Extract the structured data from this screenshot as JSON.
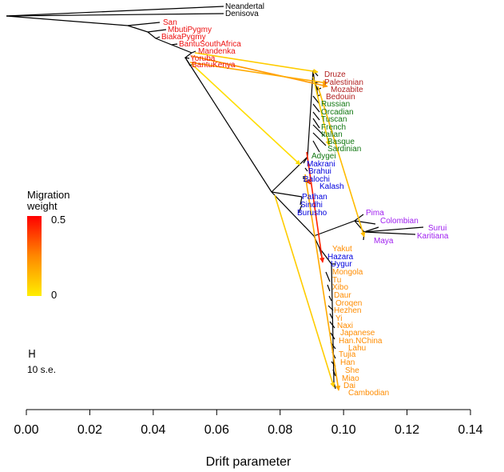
{
  "chart_data": {
    "type": "tree",
    "xlabel": "Drift parameter",
    "xlim": [
      0,
      0.14
    ],
    "xticks": [
      "0.00",
      "0.02",
      "0.04",
      "0.06",
      "0.08",
      "0.10",
      "0.12",
      "0.14"
    ],
    "legend": {
      "title_line1": "Migration",
      "title_line2": "weight",
      "max_label": "0.5",
      "min_label": "0",
      "low_color": "#ffee00",
      "high_color": "#ff0000"
    },
    "scale_bar": {
      "label": "10 s.e."
    },
    "groups": {
      "outgroup": "#000000",
      "africa": "#ee1111",
      "middle_east": "#b22222",
      "europe": "#117711",
      "central_south_asia": "#0000dd",
      "america": "#a020f0",
      "east_asia": "#ff8c00"
    },
    "leaves": [
      {
        "name": "Neandertal",
        "group": "outgroup"
      },
      {
        "name": "Denisova",
        "group": "outgroup"
      },
      {
        "name": "San",
        "group": "africa"
      },
      {
        "name": "MbutiPygmy",
        "group": "africa"
      },
      {
        "name": "BiakaPygmy",
        "group": "africa"
      },
      {
        "name": "BantuSouthAfrica",
        "group": "africa"
      },
      {
        "name": "Mandenka",
        "group": "africa"
      },
      {
        "name": "Yoruba",
        "group": "africa"
      },
      {
        "name": "BantuKenya",
        "group": "africa"
      },
      {
        "name": "Druze",
        "group": "middle_east"
      },
      {
        "name": "Palestinian",
        "group": "middle_east"
      },
      {
        "name": "Mozabite",
        "group": "middle_east"
      },
      {
        "name": "Bedouin",
        "group": "middle_east"
      },
      {
        "name": "Russian",
        "group": "europe"
      },
      {
        "name": "Orcadian",
        "group": "europe"
      },
      {
        "name": "Tuscan",
        "group": "europe"
      },
      {
        "name": "French",
        "group": "europe"
      },
      {
        "name": "Italian",
        "group": "europe"
      },
      {
        "name": "Basque",
        "group": "europe"
      },
      {
        "name": "Sardinian",
        "group": "europe"
      },
      {
        "name": "Adygei",
        "group": "europe"
      },
      {
        "name": "Makrani",
        "group": "central_south_asia"
      },
      {
        "name": "Brahui",
        "group": "central_south_asia"
      },
      {
        "name": "Balochi",
        "group": "central_south_asia"
      },
      {
        "name": "Kalash",
        "group": "central_south_asia"
      },
      {
        "name": "Pathan",
        "group": "central_south_asia"
      },
      {
        "name": "Sindhi",
        "group": "central_south_asia"
      },
      {
        "name": "Burusho",
        "group": "central_south_asia"
      },
      {
        "name": "Pima",
        "group": "america"
      },
      {
        "name": "Colombian",
        "group": "america"
      },
      {
        "name": "Surui",
        "group": "america"
      },
      {
        "name": "Karitiana",
        "group": "america"
      },
      {
        "name": "Maya",
        "group": "america"
      },
      {
        "name": "Yakut",
        "group": "east_asia"
      },
      {
        "name": "Hazara",
        "group": "central_south_asia"
      },
      {
        "name": "Uygur",
        "group": "central_south_asia"
      },
      {
        "name": "Mongola",
        "group": "east_asia"
      },
      {
        "name": "Tu",
        "group": "east_asia"
      },
      {
        "name": "Xibo",
        "group": "east_asia"
      },
      {
        "name": "Daur",
        "group": "east_asia"
      },
      {
        "name": "Oroqen",
        "group": "east_asia"
      },
      {
        "name": "Hezhen",
        "group": "east_asia"
      },
      {
        "name": "Yi",
        "group": "east_asia"
      },
      {
        "name": "Naxi",
        "group": "east_asia"
      },
      {
        "name": "Japanese",
        "group": "east_asia"
      },
      {
        "name": "Han.NChina",
        "group": "east_asia"
      },
      {
        "name": "Lahu",
        "group": "east_asia"
      },
      {
        "name": "Tujia",
        "group": "east_asia"
      },
      {
        "name": "Han",
        "group": "east_asia"
      },
      {
        "name": "She",
        "group": "east_asia"
      },
      {
        "name": "Miao",
        "group": "east_asia"
      },
      {
        "name": "Dai",
        "group": "east_asia"
      },
      {
        "name": "Cambodian",
        "group": "east_asia"
      }
    ],
    "migration_edges": [
      {
        "from": "African branch",
        "to": "Middle East",
        "weight": 0.15
      },
      {
        "from": "African branch",
        "to": "Mozabite",
        "weight": 0.3
      },
      {
        "from": "African branch",
        "to": "Mozabite",
        "weight": 0.25
      },
      {
        "from": "African branch",
        "to": "Makrani",
        "weight": 0.1
      },
      {
        "from": "Europe",
        "to": "Sardinian",
        "weight": 0.1
      },
      {
        "from": "Europe",
        "to": "Maya",
        "weight": 0.1
      },
      {
        "from": "Adygei",
        "to": "Uygur",
        "weight": 0.5
      },
      {
        "from": "Non-African ancestor",
        "to": "Cambodian",
        "weight": 0.1
      },
      {
        "from": "Central Asia",
        "to": "Dai",
        "weight": 0.1
      },
      {
        "from": "Kalash",
        "to": "Kalash",
        "weight": 0.4
      }
    ]
  }
}
